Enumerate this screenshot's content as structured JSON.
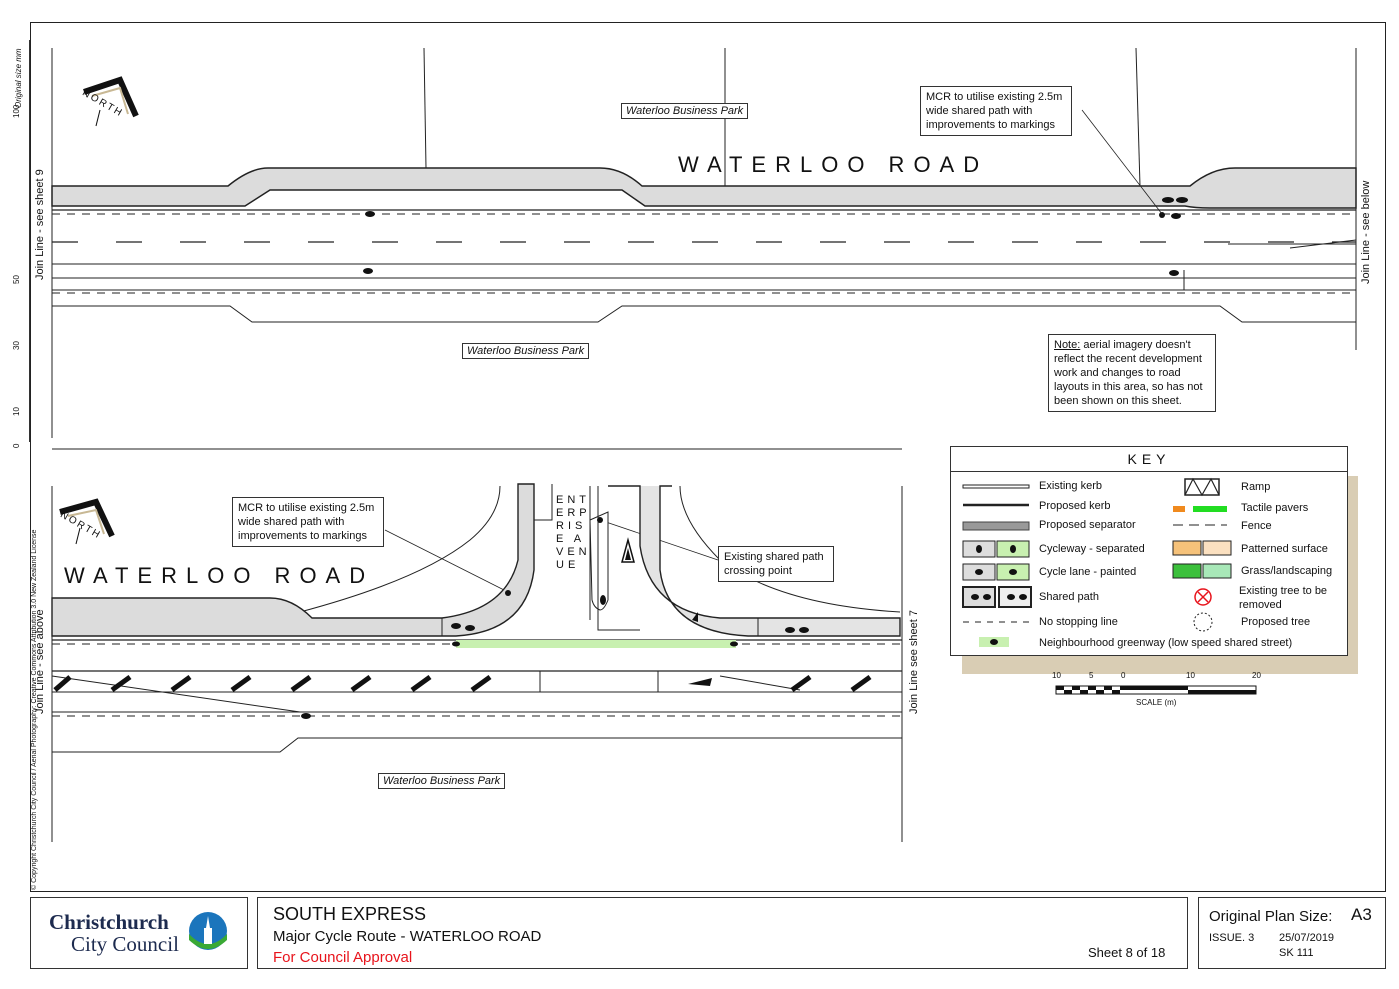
{
  "margin": {
    "original_size": "Original size mm",
    "ruler": [
      "100",
      "50",
      "30",
      "10",
      "0"
    ],
    "copyright": "© Copyright Christchurch City Council  /  Aerial Photography: Creative Commons Attribution 3.0 New Zealand License"
  },
  "top_panel": {
    "north": "NORTH",
    "road_name": "WATERLOO ROAD",
    "business_park_top": "Waterloo Business Park",
    "business_park_bottom": "Waterloo Business Park",
    "callout_mcr": "MCR to utilise existing 2.5m wide shared path with improvements to markings",
    "note_label": "Note:",
    "note_text": " aerial imagery doesn't reflect the recent development work and changes to road layouts in this area, so has not been shown on this sheet.",
    "join_left": "Join Line - see sheet 9",
    "join_right": "Join Line - see below"
  },
  "bottom_panel": {
    "north": "NORTH",
    "road_name": "WATERLOO ROAD",
    "side_street": "ENTERPRISE AVENUE",
    "callout_mcr": "MCR to utilise existing 2.5m wide shared path with improvements to markings",
    "callout_crossing": "Existing shared path crossing point",
    "business_park": "Waterloo Business Park",
    "join_left": "Join Line - see above",
    "join_right": "Join Line see sheet 7"
  },
  "key": {
    "title": "KEY",
    "left": [
      "Existing kerb",
      "Proposed kerb",
      "Proposed separator",
      "Cycleway - separated",
      "Cycle lane - painted",
      "Shared path",
      "No stopping line",
      "Neighbourhood greenway (low speed shared street)"
    ],
    "right": [
      "Ramp",
      "Tactile pavers",
      "Fence",
      "Patterned surface",
      "Grass/landscaping",
      "Existing tree to be removed",
      "Proposed tree"
    ]
  },
  "scale": {
    "ticks": [
      "10",
      "5",
      "0",
      "10",
      "20"
    ],
    "label": "SCALE (m)"
  },
  "title_block": {
    "logo_line1": "Christchurch",
    "logo_line2": "City Council",
    "project": "SOUTH EXPRESS",
    "subtitle": "Major Cycle Route - WATERLOO ROAD",
    "status": "For Council Approval",
    "sheet": "Sheet 8 of 18",
    "plan_size_label": "Original Plan Size:",
    "plan_size": "A3",
    "issue": "ISSUE. 3",
    "date": "25/07/2019",
    "drawing_no": "SK 111"
  },
  "colors": {
    "shared_path": "#dcdcdc",
    "greenway": "#c8f0b0",
    "key_shadow": "#d9cdb4",
    "status_red": "#e8141c",
    "logo_blue": "#1b75bc",
    "logo_green": "#3aa935"
  }
}
